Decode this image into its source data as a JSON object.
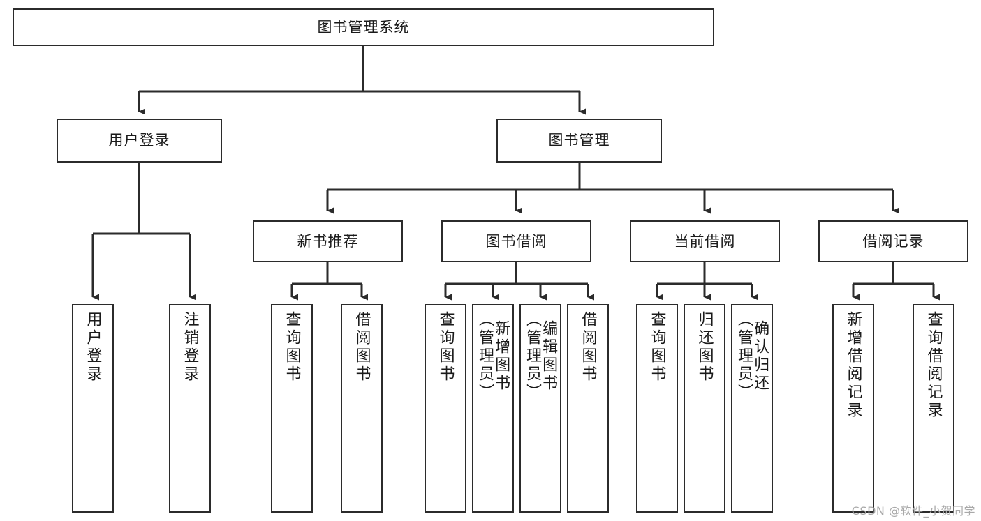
{
  "diagram": {
    "title": "图书管理系统",
    "type": "tree-hierarchy-chart",
    "root": {
      "label": "图书管理系统"
    },
    "level2": [
      {
        "label": "用户登录"
      },
      {
        "label": "图书管理"
      }
    ],
    "level3": [
      {
        "label": "新书推荐"
      },
      {
        "label": "图书借阅"
      },
      {
        "label": "当前借阅"
      },
      {
        "label": "借阅记录"
      }
    ],
    "leaves": {
      "user_login": [
        {
          "label": "用户登录"
        },
        {
          "label": "注销登录"
        }
      ],
      "new_book_recommend": [
        {
          "label": "查询图书"
        },
        {
          "label": "借阅图书"
        }
      ],
      "book_borrow": [
        {
          "label": "查询图书"
        },
        {
          "label": "新增图书\n（管理员）"
        },
        {
          "label": "编辑图书\n（管理员）"
        },
        {
          "label": "借阅图书"
        }
      ],
      "current_borrow": [
        {
          "label": "查询图书"
        },
        {
          "label": "归还图书"
        },
        {
          "label": "确认归还\n（管理员）"
        }
      ],
      "borrow_record": [
        {
          "label": "新增借阅记录"
        },
        {
          "label": "查询借阅记录"
        }
      ]
    }
  },
  "watermark": {
    "text": "CSDN @软件_小贺同学"
  },
  "colors": {
    "stroke": "#2b2b2b",
    "fill": "#ffffff",
    "text": "#1a1a1a",
    "watermark": "#a9a9a9"
  }
}
